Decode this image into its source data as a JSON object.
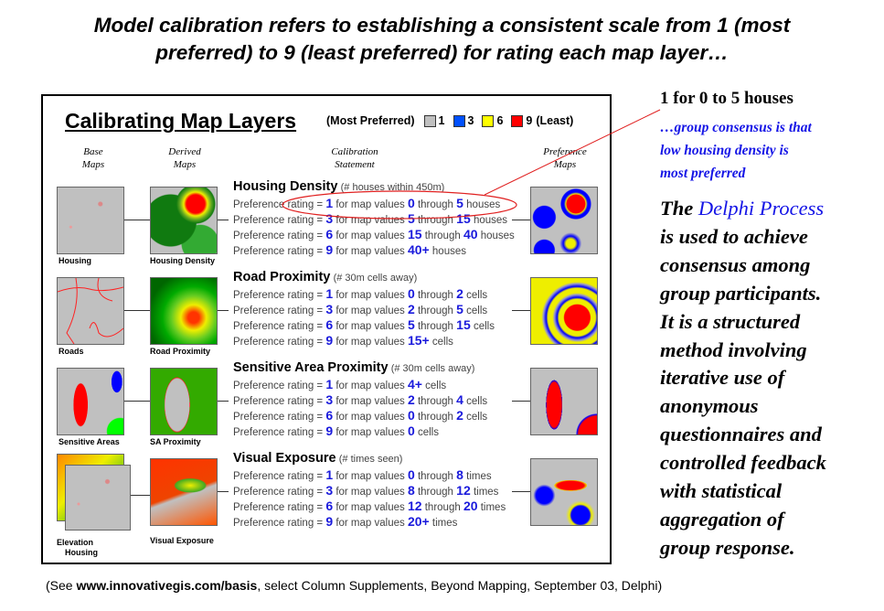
{
  "title_lines": [
    "Model calibration refers to establishing a consistent scale from 1 (most",
    "preferred) to 9 (least preferred) for rating each map layer…"
  ],
  "figure": {
    "title": "Calibrating Map Layers",
    "legend": {
      "most": "(Most Preferred)",
      "items": [
        {
          "label": "1",
          "color": "#c0c0c0"
        },
        {
          "label": "3",
          "color": "#0050ff"
        },
        {
          "label": "6",
          "color": "#ffff00"
        },
        {
          "label": "9",
          "color": "#ff0000"
        }
      ],
      "least": "(Least)"
    },
    "columns": {
      "base": [
        "Base",
        "Maps"
      ],
      "derived": [
        "Derived",
        "Maps"
      ],
      "statement": [
        "Calibration",
        "Statement"
      ],
      "preference": [
        "Preference",
        "Maps"
      ]
    },
    "phrase": {
      "pre": "Preference rating = ",
      "mid": " for map values ",
      "through": " through "
    },
    "rows": [
      {
        "heading": "Housing Density",
        "unit_note": "(# houses within 450m)",
        "base_caption": "Housing",
        "derived_caption": "Housing Density",
        "unit": "houses",
        "ratings": [
          {
            "r": "1",
            "a": "0",
            "b": "5"
          },
          {
            "r": "3",
            "a": "5",
            "b": "15"
          },
          {
            "r": "6",
            "a": "15",
            "b": "40"
          },
          {
            "r": "9",
            "a": "40+"
          }
        ]
      },
      {
        "heading": "Road Proximity",
        "unit_note": "(# 30m cells away)",
        "base_caption": "Roads",
        "derived_caption": "Road Proximity",
        "unit": "cells",
        "ratings": [
          {
            "r": "1",
            "a": "0",
            "b": "2"
          },
          {
            "r": "3",
            "a": "2",
            "b": "5"
          },
          {
            "r": "6",
            "a": "5",
            "b": "15"
          },
          {
            "r": "9",
            "a": "15+"
          }
        ]
      },
      {
        "heading": "Sensitive Area Proximity",
        "unit_note": "(# 30m cells away)",
        "base_caption": "Sensitive Areas",
        "derived_caption": "SA Proximity",
        "unit": "cells",
        "ratings": [
          {
            "r": "1",
            "a": "4+"
          },
          {
            "r": "3",
            "a": "2",
            "b": "4"
          },
          {
            "r": "6",
            "a": "0",
            "b": "2"
          },
          {
            "r": "9",
            "a": "0"
          }
        ]
      },
      {
        "heading": "Visual Exposure",
        "unit_note": "(# times seen)",
        "base_caption": "Elevation",
        "base_caption2": "Housing",
        "derived_caption": "Visual Exposure",
        "unit": "times",
        "ratings": [
          {
            "r": "1",
            "a": "0",
            "b": "8"
          },
          {
            "r": "3",
            "a": "8",
            "b": "12"
          },
          {
            "r": "6",
            "a": "12",
            "b": "20"
          },
          {
            "r": "9",
            "a": "20+"
          }
        ]
      }
    ]
  },
  "callout": {
    "headline": "1 for 0 to 5 houses",
    "note_lines": [
      "…group consensus is that",
      "low housing density is",
      "most preferred"
    ]
  },
  "delphi": {
    "prefix": "The ",
    "link": "Delphi Process",
    "lines": [
      "is used to achieve",
      "consensus among",
      "group participants.",
      "It is a structured",
      "method involving",
      "iterative use of",
      "anonymous",
      "questionnaires and",
      "controlled feedback",
      "with statistical",
      "aggregation of",
      "group response."
    ]
  },
  "footer": {
    "pre": "(See ",
    "url": "www.innovativegis.com/basis",
    "post": ", select Column Supplements, Beyond Mapping, September 03, Delphi)"
  }
}
